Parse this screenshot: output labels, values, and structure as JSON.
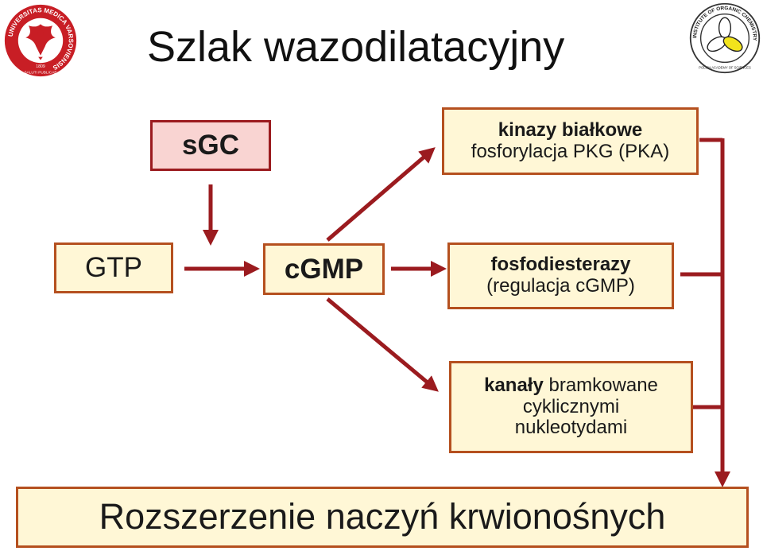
{
  "title": "Szlak wazodilatacyjny",
  "logo_left": {
    "ring_text": "UNIVERSITAS MEDICA VARSOVIENSIS",
    "motto": "SALUTI PUBLICAE",
    "year": "1809"
  },
  "logo_right": {
    "ring_text": "INSTITUTE OF ORGANIC CHEMISTRY",
    "sub_text": "POLISH ACADEMY OF SCIENCES"
  },
  "nodes": {
    "sgc": "sGC",
    "gtp": "GTP",
    "cgmp": "cGMP",
    "kinazy_line1": "kinazy białkowe",
    "kinazy_line2": "fosforylacja  PKG (PKA)",
    "fosfo_line1": "fosfodiesterazy",
    "fosfo_line2": "(regulacja cGMP)",
    "kanaly_bold": "kanały",
    "kanaly_rest": "bramkowane",
    "kanaly_line2": "cyklicznymi",
    "kanaly_line3": "nukleotydami",
    "result": "Rozszerzenie naczyń krwionośnych"
  },
  "colors": {
    "arrow": "#9b1b1f",
    "box_border": "#b5501f",
    "box_fill": "#fff7d6",
    "sgc_fill": "#f9d4d2",
    "sgc_border": "#9b1b1f"
  }
}
